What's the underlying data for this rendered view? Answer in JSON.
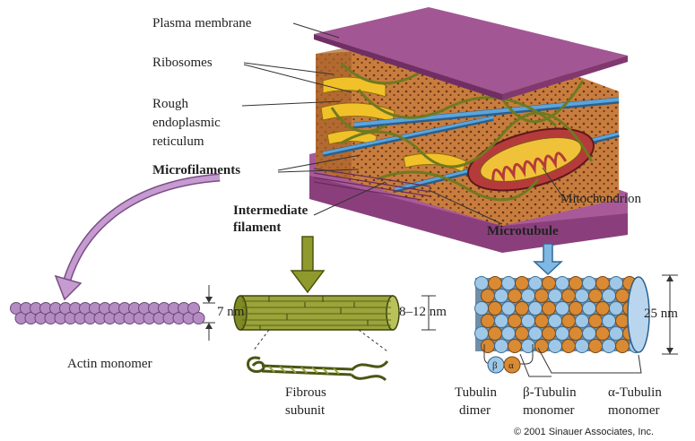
{
  "labels": {
    "plasma_membrane": "Plasma membrane",
    "ribosomes": "Ribosomes",
    "rough_er_line1": "Rough",
    "rough_er_line2": "endoplasmic",
    "rough_er_line3": "reticulum",
    "microfilaments": "Microfilaments",
    "intermediate_line1": "Intermediate",
    "intermediate_line2": "filament",
    "mitochondrion": "Mitochondrion",
    "microtubule": "Microtubule",
    "actin_size": "7 nm",
    "intermediate_size": "8–12 nm",
    "microtubule_size": "25 nm",
    "actin_monomer": "Actin monomer",
    "fibrous_line1": "Fibrous",
    "fibrous_line2": "subunit",
    "tubulin_dimer_line1": "Tubulin",
    "tubulin_dimer_line2": "dimer",
    "beta_line1": "β-Tubulin",
    "beta_line2": "monomer",
    "alpha_line1": "α-Tubulin",
    "alpha_line2": "monomer",
    "beta_symbol": "β",
    "alpha_symbol": "α",
    "copyright": "© 2001 Sinauer Associates, Inc."
  },
  "colors": {
    "membrane": "#9b4f8c",
    "cytoplasm": "#c47a3c",
    "er_yellow": "#f1c12a",
    "mito_red": "#b53b3b",
    "filament_green": "#7e8b2a",
    "microtubule_blue": "#3d8fc8",
    "actin_purple": "#b48bc2",
    "alpha_blue": "#9fc8e8",
    "beta_orange": "#d98a33",
    "arrow_purple": "#c59bd0",
    "arrow_green": "#8f9a2c",
    "arrow_blue": "#7fb8e2"
  }
}
